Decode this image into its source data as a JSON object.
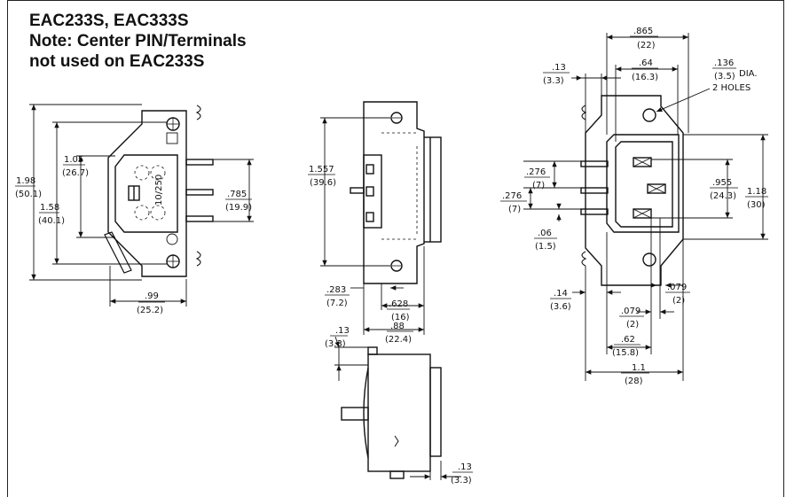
{
  "header": {
    "line1": "EAC233S, EAC333S",
    "line2": "Note: Center PIN/Terminals",
    "line3": "not used on EAC233S"
  },
  "dims": {
    "front": {
      "overall_height": {
        "in": "1.98",
        "mm": "(50.1)"
      },
      "mount_spacing": {
        "in": "1.58",
        "mm": "(40.1)"
      },
      "body_height": {
        "in": "1.05",
        "mm": "(26.7)"
      },
      "terminal_span": {
        "in": ".785",
        "mm": "(19.9)"
      },
      "width": {
        "in": ".99",
        "mm": "(25.2)"
      },
      "marking": "10/250"
    },
    "side": {
      "mount_spacing": {
        "in": "1.557",
        "mm": "(39.6)"
      },
      "flange_offset": {
        "in": ".283",
        "mm": "(7.2)"
      },
      "body_depth": {
        "in": ".628",
        "mm": "(16)"
      },
      "overall_depth": {
        "in": ".88",
        "mm": "(22.4)"
      }
    },
    "bottom": {
      "top_offset": {
        "in": ".13",
        "mm": "(3.3)"
      },
      "bottom_offset": {
        "in": ".13",
        "mm": "(3.3)"
      }
    },
    "rear": {
      "overall_width": {
        "in": ".865",
        "mm": "(22)"
      },
      "inner_width": {
        "in": ".64",
        "mm": "(16.3)"
      },
      "flange": {
        "in": ".13",
        "mm": "(3.3)"
      },
      "hole": {
        "in": ".136",
        "mm": "(3.5)",
        "label1": "DIA.",
        "label2": "2 HOLES"
      },
      "pin_pitch_a": {
        "in": ".276",
        "mm": "(7)"
      },
      "pin_pitch_b": {
        "in": ".276",
        "mm": "(7)"
      },
      "pin_thickness": {
        "in": ".06",
        "mm": "(1.5)"
      },
      "socket_height": {
        "in": ".955",
        "mm": "(24.3)"
      },
      "overall_height": {
        "in": "1.18",
        "mm": "(30)"
      },
      "left_offset": {
        "in": ".14",
        "mm": "(3.6)"
      },
      "right_offset": {
        "in": ".079",
        "mm": "(2)"
      },
      "center_offset": {
        "in": ".079",
        "mm": "(2)"
      },
      "pin_span": {
        "in": ".62",
        "mm": "(15.8)"
      },
      "total_width": {
        "in": "1.1",
        "mm": "(28)"
      }
    }
  }
}
